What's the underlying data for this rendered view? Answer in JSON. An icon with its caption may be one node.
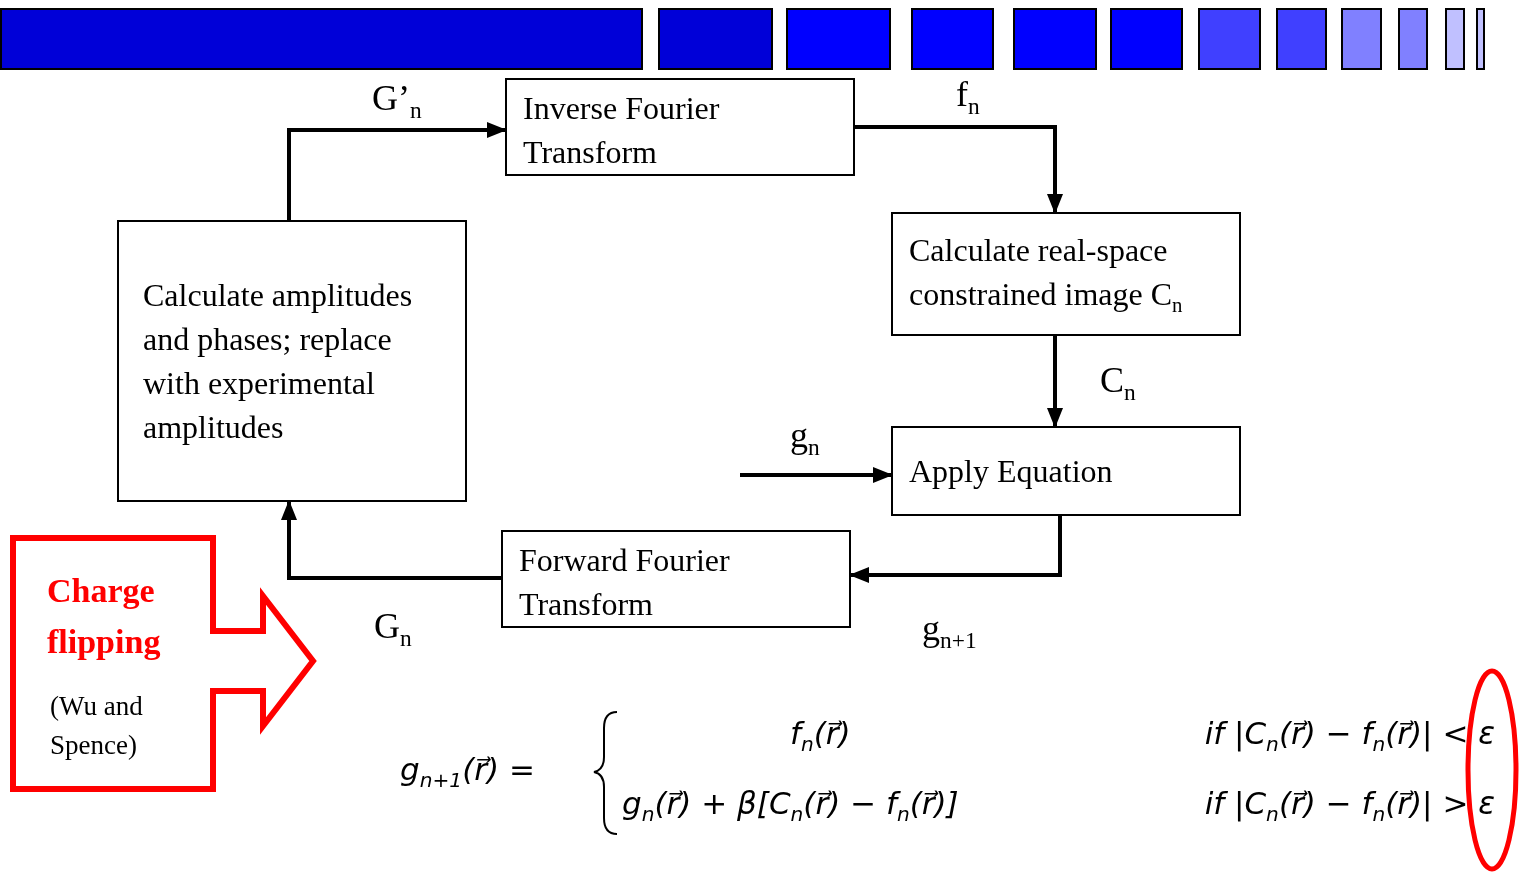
{
  "diagram": {
    "nodes": [
      {
        "text": [
          "Inverse Fourier Transform"
        ]
      },
      {
        "text": [
          "Calculate real-space constrained image C$_{n}$"
        ]
      },
      {
        "text": [
          "Apply Equation"
        ]
      },
      {
        "text": [
          "Forward Fourier Transform"
        ]
      },
      {
        "text": [
          "Calculate amplitudes and phases; replace with experimental amplitudes"
        ]
      },
      {
        "text": [
          "Charge flipping",
          "(Wu and Spence)"
        ]
      }
    ],
    "edges": [
      {
        "from": 4,
        "to": 0,
        "arrow": "to",
        "label": "G’$_{n}$"
      },
      {
        "from": 0,
        "to": 1,
        "arrow": "to",
        "label": "f$_{n}$"
      },
      {
        "from": 1,
        "to": 2,
        "arrow": "to",
        "label": "C$_{n}$"
      },
      {
        "from": null,
        "to": 2,
        "arrow": "to",
        "label": "g$_{n}$"
      },
      {
        "from": 2,
        "to": 3,
        "arrow": "to",
        "label": "g$_{n+1}$"
      },
      {
        "from": 3,
        "to": 4,
        "arrow": "to",
        "label": "G$_{n}$"
      }
    ],
    "labels": [
      "g$_{n+1}$(r⃗) =",
      "f$_{n}$(r⃗)",
      "if |C$_{n}$(r⃗) − f$_{n}$(r⃗)| < ε",
      "g$_{n}$(r⃗) + β[C$_{n}$(r⃗) − f$_{n}$(r⃗)]",
      "if |C$_{n}$(r⃗) − f$_{n}$(r⃗)| > ε"
    ]
  }
}
